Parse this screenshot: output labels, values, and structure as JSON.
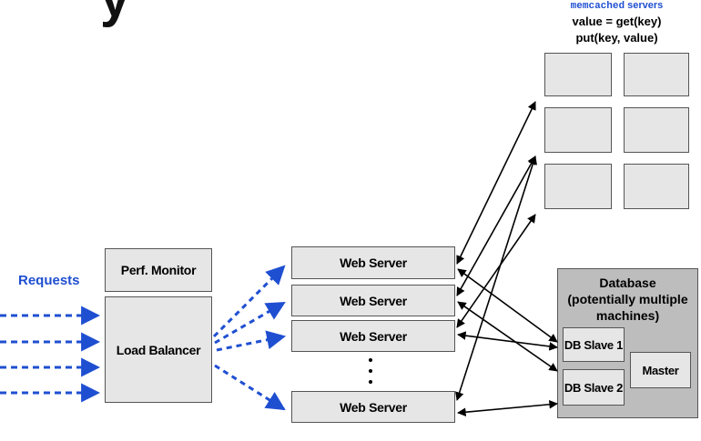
{
  "title_fragment": "y",
  "requests_label": "Requests",
  "perf_monitor": "Perf. Monitor",
  "load_balancer": "Load Balancer",
  "web_servers": [
    "Web Server",
    "Web Server",
    "Web Server",
    "Web Server"
  ],
  "memcached": {
    "mono": "memcached",
    "suffix": " servers",
    "line1": "value = get(key)",
    "line2": "put(key, value)"
  },
  "database": {
    "title": [
      "Database",
      "(potentially multiple",
      "machines)"
    ],
    "slave1": "DB Slave 1",
    "slave2": "DB Slave 2",
    "master": "Master"
  },
  "colors": {
    "blue": "#1f4fd1",
    "box_fill": "#e6e6e6",
    "db_fill": "#bdbdbd"
  }
}
